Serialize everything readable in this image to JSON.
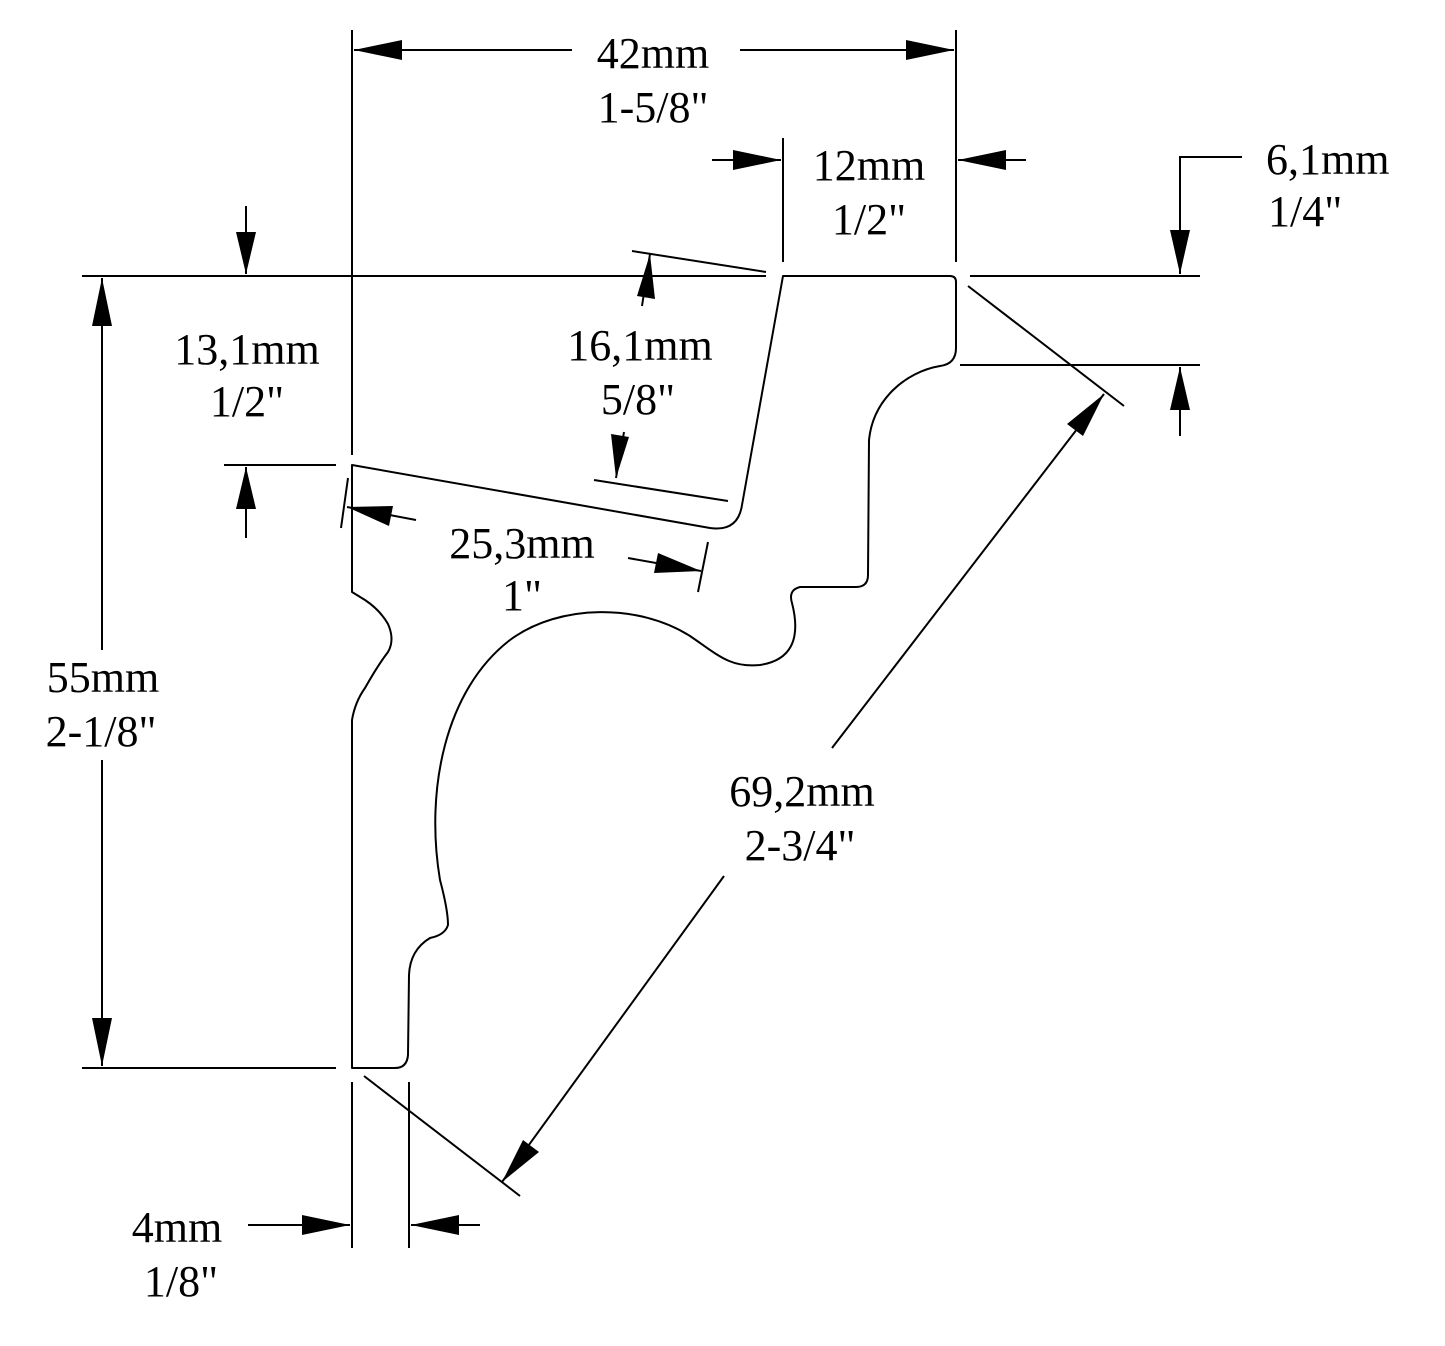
{
  "colors": {
    "line": "#000000",
    "background": "#ffffff"
  },
  "dimensions": {
    "top_width": {
      "metric": "42mm",
      "imperial": "1-5/8\""
    },
    "top_flat": {
      "metric": "12mm",
      "imperial": "1/2\""
    },
    "right_offset": {
      "metric": "6,1mm",
      "imperial": "1/4\""
    },
    "left_offset": {
      "metric": "13,1mm",
      "imperial": "1/2\""
    },
    "notch_depth": {
      "metric": "16,1mm",
      "imperial": "5/8\""
    },
    "notch_width": {
      "metric": "25,3mm",
      "imperial": "1\""
    },
    "height": {
      "metric": "55mm",
      "imperial": "2-1/8\""
    },
    "diagonal": {
      "metric": "69,2mm",
      "imperial": "2-3/4\""
    },
    "bottom_flat": {
      "metric": "4mm",
      "imperial": "1/8\""
    }
  }
}
